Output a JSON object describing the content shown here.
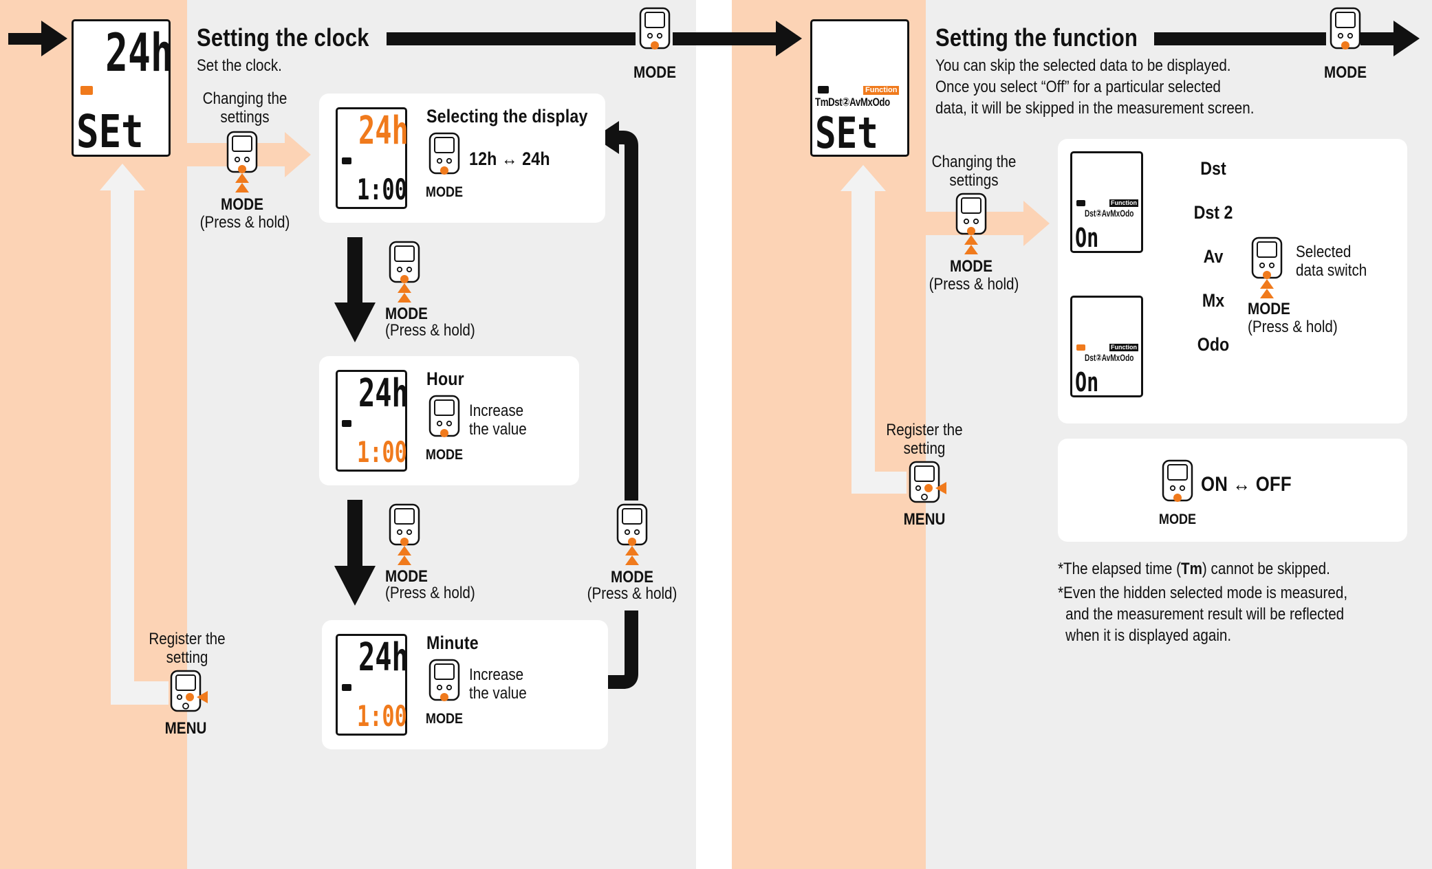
{
  "left": {
    "title": "Setting the clock",
    "subtitle": "Set the clock.",
    "mode_label": "MODE",
    "lcd": {
      "top": "24h",
      "bottom": "SEt"
    },
    "changing": {
      "line1": "Changing the",
      "line2": "settings",
      "button": "MODE",
      "hint": "(Press & hold)"
    },
    "register": {
      "line1": "Register the",
      "line2": "setting",
      "button": "MENU"
    },
    "selecting": {
      "title": "Selecting the display",
      "formula": "12h ↔ 24h",
      "button": "MODE",
      "lcd_top": "24h",
      "lcd_bottom": "1:00"
    },
    "step1": {
      "button": "MODE",
      "hint": "(Press & hold)"
    },
    "hour": {
      "title": "Hour",
      "line1": "Increase",
      "line2": "the value",
      "button": "MODE",
      "lcd_top": "24h",
      "lcd_bottom": "1:00"
    },
    "step2": {
      "button": "MODE",
      "hint": "(Press & hold)"
    },
    "step3": {
      "button": "MODE",
      "hint": "(Press & hold)"
    },
    "minute": {
      "title": "Minute",
      "line1": "Increase",
      "line2": "the value",
      "button": "MODE",
      "lcd_top": "24h",
      "lcd_bottom": "1:00"
    }
  },
  "right": {
    "title": "Setting the function",
    "desc1": "You can skip the selected data to be displayed.",
    "desc2": "Once you select “Off” for a particular selected",
    "desc3": "data, it will be skipped in the measurement screen.",
    "mode_label": "MODE",
    "lcd": {
      "tag": "Function",
      "funcs": "TmDst②AvMxOdo",
      "bottom": "SEt"
    },
    "changing": {
      "line1": "Changing the",
      "line2": "settings",
      "button": "MODE",
      "hint": "(Press & hold)"
    },
    "register": {
      "line1": "Register the",
      "line2": "setting",
      "button": "MENU"
    },
    "cycle": {
      "items": [
        "Dst",
        "Dst 2",
        "Av",
        "Mx",
        "Odo"
      ]
    },
    "mini_lcd1": {
      "tag": "Function",
      "funcs": "Dst②AvMxOdo",
      "bottom": "On"
    },
    "mini_lcd2": {
      "tag": "Function",
      "funcs": "Dst②AvMxOdo",
      "bottom": "On"
    },
    "switch": {
      "line1": "Selected",
      "line2": "data switch",
      "button": "MODE",
      "hint": "(Press & hold)"
    },
    "onoff": {
      "text": "ON ↔ OFF",
      "button": "MODE"
    },
    "notes": {
      "n1_pre": "The elapsed time (",
      "n1_bold": "Tm",
      "n1_post": ") cannot be skipped.",
      "n2_l1": "Even the hidden selected mode is measured,",
      "n2_l2": "and the measurement result will be reflected",
      "n2_l3": "when it is displayed again.",
      "star": "*"
    }
  },
  "colors": {
    "orange": "#f07a1c",
    "peach": "#fcd3b5",
    "gray": "#eeeeee",
    "black": "#111111"
  }
}
